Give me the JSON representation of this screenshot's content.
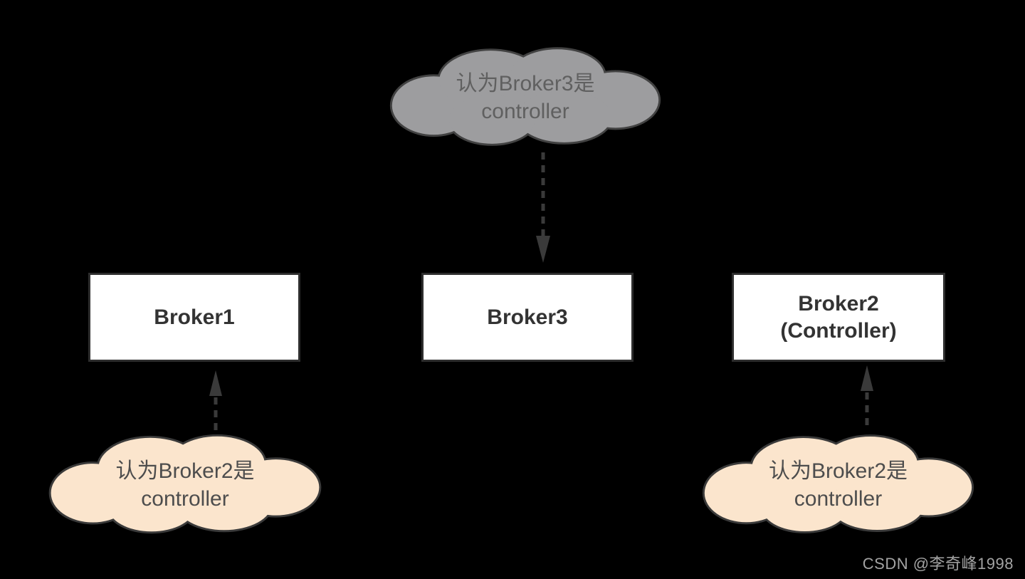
{
  "page": {
    "background_color": "#000000"
  },
  "clouds": {
    "top": {
      "line1": "认为Broker3是",
      "line2": "controller",
      "fill": "#9D9D9F",
      "stroke": "#424242",
      "text_color": "#606060"
    },
    "bottom_left": {
      "line1": "认为Broker2是",
      "line2": "controller",
      "fill": "#FBE5CD",
      "stroke": "#3A3A3A",
      "text_color": "#4D4D4D"
    },
    "bottom_right": {
      "line1": "认为Broker2是",
      "line2": "controller",
      "fill": "#FBE5CD",
      "stroke": "#3A3A3A",
      "text_color": "#4D4D4D"
    }
  },
  "nodes": {
    "broker1": {
      "label": "Broker1"
    },
    "broker3": {
      "label": "Broker3"
    },
    "broker2": {
      "line1": "Broker2",
      "line2": "(Controller)"
    }
  },
  "arrows": {
    "color": "#3A3A3A",
    "style": "dashed"
  },
  "watermark": {
    "text": "CSDN @李奇峰1998",
    "color": "#A3A3A3"
  }
}
